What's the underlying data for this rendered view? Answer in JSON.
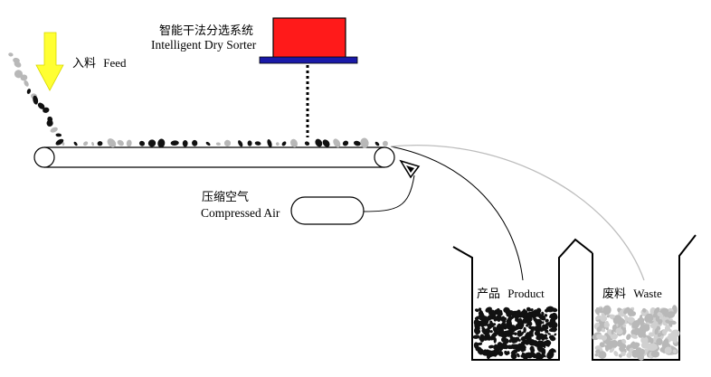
{
  "labels": {
    "sorter_cn": "智能干法分选系统",
    "sorter_en": "Intelligent Dry Sorter",
    "feed_cn": "入料",
    "feed_en": "Feed",
    "air_cn": "压缩空气",
    "air_en": "Compressed Air",
    "product_cn": "产品",
    "product_en": "Product",
    "waste_cn": "废料",
    "waste_en": "Waste"
  },
  "colors": {
    "sorter_box": "#ff1a1a",
    "sorter_plate": "#1a1aa8",
    "feed_arrow": "#ffff33",
    "product_particles": "#111111",
    "waste_particles": "#b8b8b8",
    "waste_trajectory": "#bdbdbd"
  },
  "icons": {
    "feed": "down-arrow-icon",
    "nozzle": "air-nozzle-icon"
  }
}
